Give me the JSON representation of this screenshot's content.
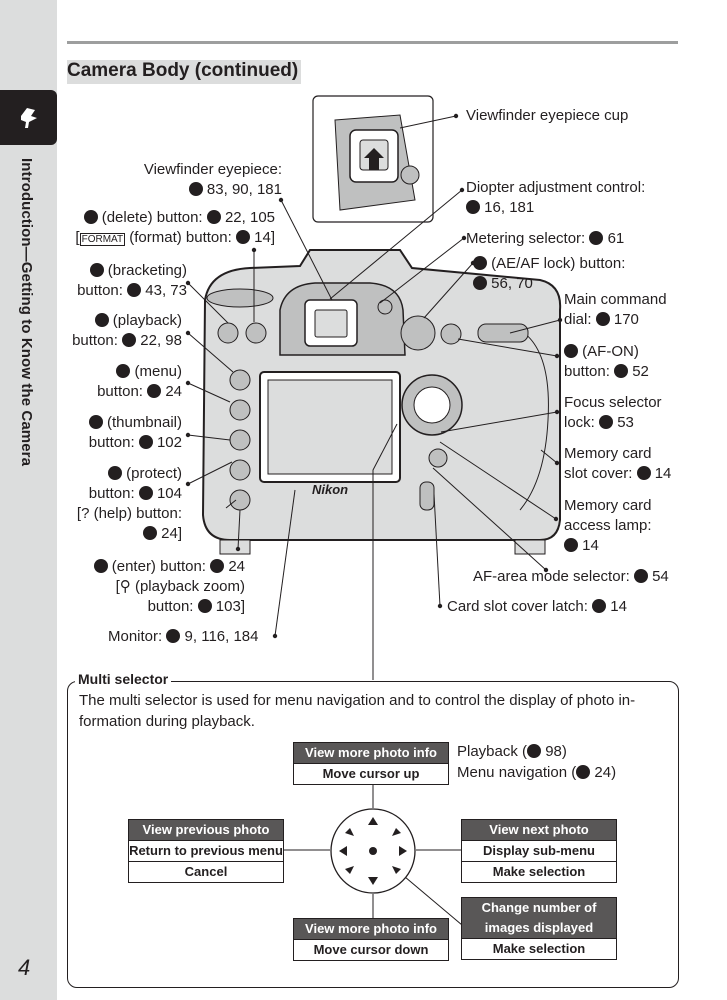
{
  "sidebar": {
    "section": "Introduction—Getting to Know the Camera",
    "page_number": "4"
  },
  "heading": "Camera Body (continued)",
  "callouts": {
    "eyepiece_cup": "Viewfinder eyepiece cup",
    "viewfinder_eyepiece_1": "Viewfinder eyepiece:",
    "viewfinder_eyepiece_2": "83, 90, 181",
    "diopter_1": "Diopter adjustment control:",
    "diopter_2": "16, 181",
    "delete_1": "(delete) button:",
    "delete_2": "22,  105",
    "format_1": "[",
    "format_2": "(format) button:",
    "format_3": "14]",
    "metering_1": "Metering selector:",
    "metering_2": "61",
    "aeaf_1": "(AE/AF lock) button:",
    "aeaf_2": "56, 70",
    "bracketing_1": "(bracketing)",
    "bracketing_2": "button:",
    "bracketing_3": "43, 73",
    "main_command_1": "Main command",
    "main_command_2": "dial:",
    "main_command_3": "170",
    "playback_1": "(playback)",
    "playback_2": "button:",
    "playback_3": "22, 98",
    "afon_1": "(AF-ON)",
    "afon_2": "button:",
    "afon_3": "52",
    "menu_1": "(menu)",
    "menu_2": "button:",
    "menu_3": "24",
    "focus_lock_1": "Focus selector",
    "focus_lock_2": "lock:",
    "focus_lock_3": "53",
    "thumbnail_1": "(thumbnail)",
    "thumbnail_2": "button:",
    "thumbnail_3": "102",
    "card_cover_1": "Memory card",
    "card_cover_2": "slot cover:",
    "card_cover_3": "14",
    "protect_1": "(protect)",
    "protect_2": "button:",
    "protect_3": "104",
    "help_1": "[? (help) button:",
    "help_2": "24]",
    "access_lamp_1": "Memory card",
    "access_lamp_2": "access lamp:",
    "access_lamp_3": "14",
    "enter_1": "(enter) button:",
    "enter_2": "24",
    "zoom_1": "[",
    "zoom_2": "(playback zoom)",
    "zoom_3": "button:",
    "zoom_4": "103]",
    "af_area_1": "AF-area mode selector:",
    "af_area_2": "54",
    "latch_1": "Card slot cover latch:",
    "latch_2": "14",
    "monitor_1": "Monitor:",
    "monitor_2": "9, 116, 184"
  },
  "multi_selector": {
    "title": "Multi selector",
    "description": "The multi selector is used for menu navigation and to control the display of photo in-formation during playback.",
    "up": [
      "View more photo info",
      "Move cursor up"
    ],
    "legend_playback": "Playback (",
    "legend_playback_ref": "98)",
    "legend_menu": "Menu navigation (",
    "legend_menu_ref": "24)",
    "left": [
      "View previous photo",
      "Return to previous menu",
      "Cancel"
    ],
    "right": [
      "View next photo",
      "Display sub-menu",
      "Make selection"
    ],
    "down": [
      "View more photo info",
      "Move cursor down"
    ],
    "center": [
      "Change number of",
      "images displayed",
      "Make selection"
    ]
  },
  "camera_brand": "Nikon",
  "icon_names": [
    "page-ref-icon",
    "delete-icon",
    "format-icon",
    "bracketing-icon",
    "playback-icon",
    "menu-icon",
    "thumbnail-icon",
    "protect-icon",
    "enter-icon",
    "zoom-icon",
    "ae-af-lock-icon",
    "af-on-icon",
    "chapter-icon"
  ]
}
